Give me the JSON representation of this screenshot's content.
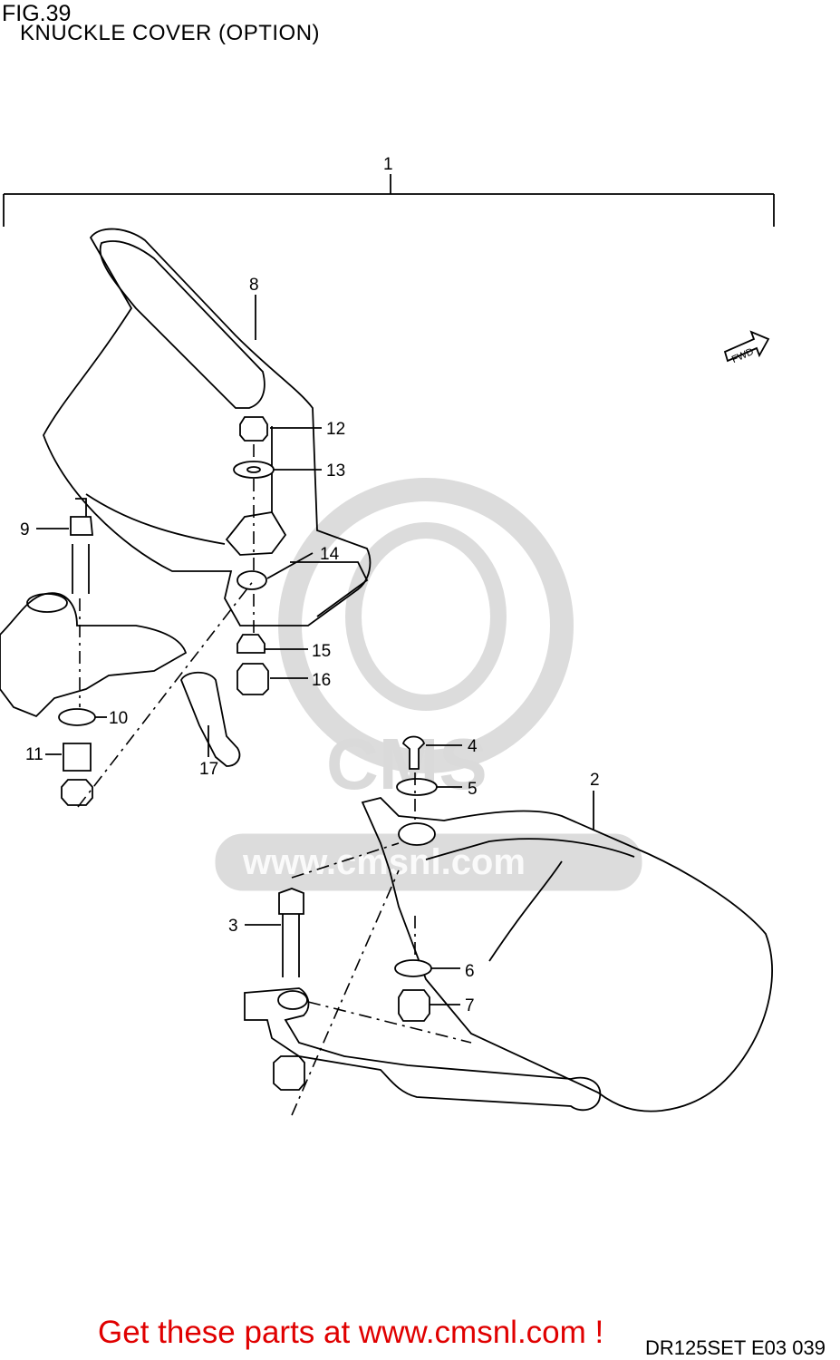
{
  "figure": {
    "number": "FIG.39",
    "title": "KNUCKLE COVER (OPTION)"
  },
  "callouts": [
    "1",
    "2",
    "3",
    "4",
    "5",
    "6",
    "7",
    "8",
    "9",
    "10",
    "11",
    "12",
    "13",
    "14",
    "15",
    "16",
    "17"
  ],
  "direction_tag": "FWD",
  "watermark": {
    "text_main": "CMS",
    "text_url": "www.cmsnl.com"
  },
  "footer": {
    "promo": "Get these parts at www.cmsnl.com !",
    "code": "DR125SET E03  039"
  },
  "colors": {
    "promo": "#e00000",
    "watermark": "#d9d9d9",
    "line": "#000000"
  }
}
